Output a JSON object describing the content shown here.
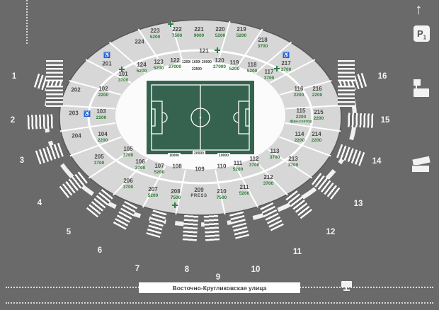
{
  "street": {
    "name": "Восточно-Кругликовская улица"
  },
  "press": "PRESS",
  "fan_sector": "фан-сектор",
  "parking": {
    "label": "P",
    "sub": "1"
  },
  "icons": {
    "arrow_up": "↑",
    "wheelchair": "♿"
  },
  "entrances": [
    "1",
    "2",
    "3",
    "4",
    "5",
    "6",
    "7",
    "8",
    "9",
    "10",
    "11",
    "12",
    "13",
    "14",
    "15",
    "16"
  ],
  "premium_top": [
    "12000",
    "16000",
    "20000",
    "22500"
  ],
  "premium_bottom": [
    "10000",
    "20000",
    "10000"
  ],
  "inner": [
    {
      "n": "101",
      "p": "3700"
    },
    {
      "n": "102",
      "p": "2200"
    },
    {
      "n": "103",
      "p": "2200"
    },
    {
      "n": "104",
      "p": "2200"
    },
    {
      "n": "105",
      "p": "3700"
    },
    {
      "n": "106",
      "p": "3700"
    },
    {
      "n": "107",
      "p": "5200"
    },
    {
      "n": "108",
      "p": ""
    },
    {
      "n": "109",
      "p": ""
    },
    {
      "n": "110",
      "p": ""
    },
    {
      "n": "111",
      "p": "5200"
    },
    {
      "n": "112",
      "p": "3700"
    },
    {
      "n": "113",
      "p": "3700"
    },
    {
      "n": "114",
      "p": "2200"
    },
    {
      "n": "115",
      "p": "2200"
    },
    {
      "n": "116",
      "p": "2200"
    },
    {
      "n": "117",
      "p": "3700"
    },
    {
      "n": "118",
      "p": "5200"
    },
    {
      "n": "119",
      "p": "5200"
    },
    {
      "n": "120",
      "p": "27000"
    },
    {
      "n": "121",
      "p": ""
    },
    {
      "n": "122",
      "p": "27000"
    },
    {
      "n": "123",
      "p": "5200"
    },
    {
      "n": "124",
      "p": "5200"
    }
  ],
  "outer": [
    {
      "n": "201",
      "p": ""
    },
    {
      "n": "202",
      "p": ""
    },
    {
      "n": "203",
      "p": ""
    },
    {
      "n": "204",
      "p": ""
    },
    {
      "n": "205",
      "p": "3700"
    },
    {
      "n": "206",
      "p": "3700"
    },
    {
      "n": "207",
      "p": "5200"
    },
    {
      "n": "208",
      "p": "7500"
    },
    {
      "n": "209",
      "p": ""
    },
    {
      "n": "210",
      "p": "7500"
    },
    {
      "n": "211",
      "p": "5200"
    },
    {
      "n": "212",
      "p": "3700"
    },
    {
      "n": "213",
      "p": "3700"
    },
    {
      "n": "214",
      "p": "2200"
    },
    {
      "n": "215",
      "p": "2200"
    },
    {
      "n": "216",
      "p": "2200"
    },
    {
      "n": "217",
      "p": "3700"
    },
    {
      "n": "218",
      "p": "3700"
    },
    {
      "n": "219",
      "p": "5200"
    },
    {
      "n": "220",
      "p": "5200"
    },
    {
      "n": "221",
      "p": "9000"
    },
    {
      "n": "222",
      "p": "7500"
    },
    {
      "n": "223",
      "p": "5200"
    },
    {
      "n": "224",
      "p": ""
    }
  ],
  "colors": {
    "background": "#6a6a6a",
    "bowl": "#d7d7d7",
    "pitch": "#356350",
    "price_green": "#2e7d32"
  }
}
